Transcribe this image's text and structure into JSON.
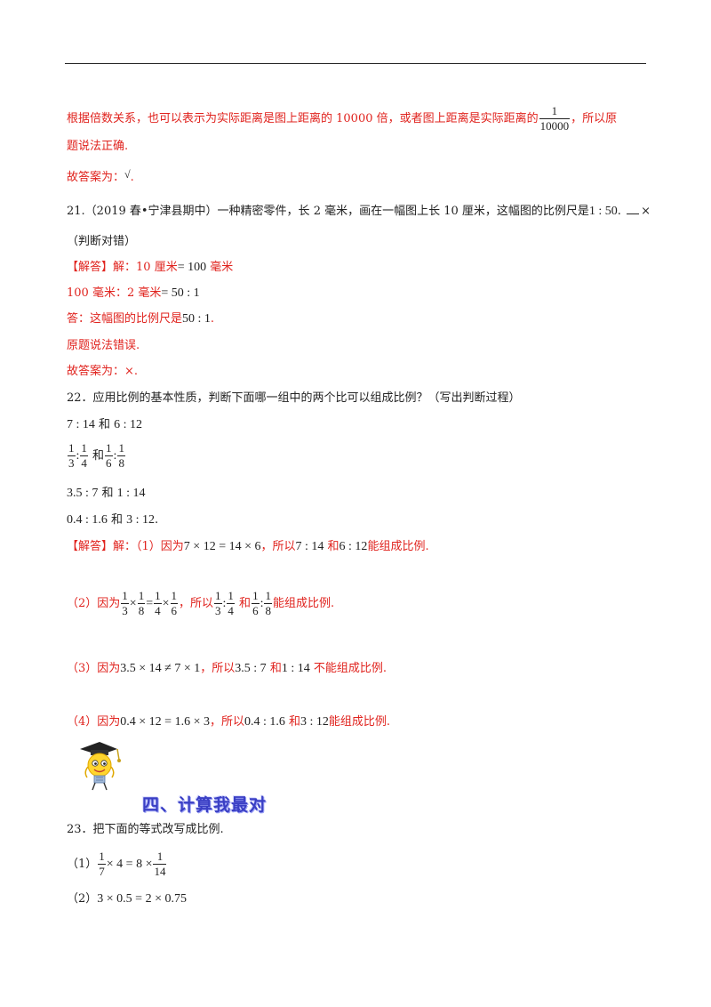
{
  "p20": {
    "line1": "根据倍数关系，也可以表示为实际距离是图上距离的 10000 倍，或者图上距离是实际距离的",
    "frac_num": "1",
    "frac_den": "10000",
    "line1_tail": "，所以原",
    "line2": "题说法正确.",
    "answer_prefix": "故答案为：",
    "answer_mark": "√",
    "answer_end": "."
  },
  "q21": {
    "line1": "21.（2019 春•宁津县期中）一种精密零件，长 2 毫米，画在一幅图上长 10 厘米，这幅图的比例尺是",
    "ratio": "1 : 50",
    "dot": ".",
    "mark": "×",
    "line2": "（判断对错）",
    "ans_label": "【解答】",
    "ans1_a": "解：10 厘米",
    "ans1_eq": "= 100",
    "ans1_b": " 毫米",
    "ans2_a": "100 毫米：2 毫米",
    "ans2_eq": "= 50 : 1",
    "ans3_a": "答：这幅图的比例尺是",
    "ans3_m": "50 : 1",
    "ans3_b": ".",
    "ans4": "原题说法错误.",
    "ans5": "故答案为：×."
  },
  "q22": {
    "stem": "22．应用比例的基本性质，判断下面哪一组中的两个比可以组成比例？（写出判断过程）",
    "g1_a": "7 : 14",
    "g1_and": " 和 ",
    "g1_b": "6 : 12",
    "g2_and": "和",
    "g3_a": "3.5 : 7",
    "g3_b": "1 : 14",
    "g4_a": "0.4 : 1.6",
    "g4_b": "3 : 12",
    "g4_end": ".",
    "ans_label": "【解答】",
    "s1_a": "解：（1）因为",
    "s1_eq": "7 × 12 = 14 × 6",
    "s1_b": "，所以",
    "s1_r1": "7 : 14",
    "s1_c": "和",
    "s1_r2": "6 : 12",
    "s1_d": "能组成比例.",
    "s2_a": "（2）因为",
    "s2_b": "，所以",
    "s2_c": "和",
    "s2_d": "能组成比例.",
    "s3_a": "（3）因为",
    "s3_eq": "3.5 × 14 ≠ 7 × 1",
    "s3_b": "，所以",
    "s3_r1": "3.5 : 7",
    "s3_c": "和",
    "s3_r2": "1 : 14",
    "s3_d": "不能组成比例.",
    "s4_a": "（4）因为",
    "s4_eq": "0.4 × 12 = 1.6 × 3",
    "s4_b": "，所以",
    "s4_r1": "0.4 : 1.6",
    "s4_c": "和",
    "s4_r2": "3 : 12",
    "s4_d": "能组成比例."
  },
  "section": {
    "title": "四、计算我最对"
  },
  "q23": {
    "stem": "23．把下面的等式改写成比例.",
    "p1_label": "（1）",
    "p1_mid": "× 4 = 8 ×",
    "p2_label": "（2）",
    "p2_eq": "3 × 0.5 = 2 × 0.75"
  },
  "fractions": {
    "one": "1",
    "three": "3",
    "four": "4",
    "six": "6",
    "eight": "8",
    "seven": "7",
    "fourteen": "14"
  },
  "colors": {
    "answer_red": "#e0231e",
    "section_blue": "#3a3fc4"
  },
  "icons": {
    "mascot": "lightbulb-graduate-mascot-icon"
  }
}
